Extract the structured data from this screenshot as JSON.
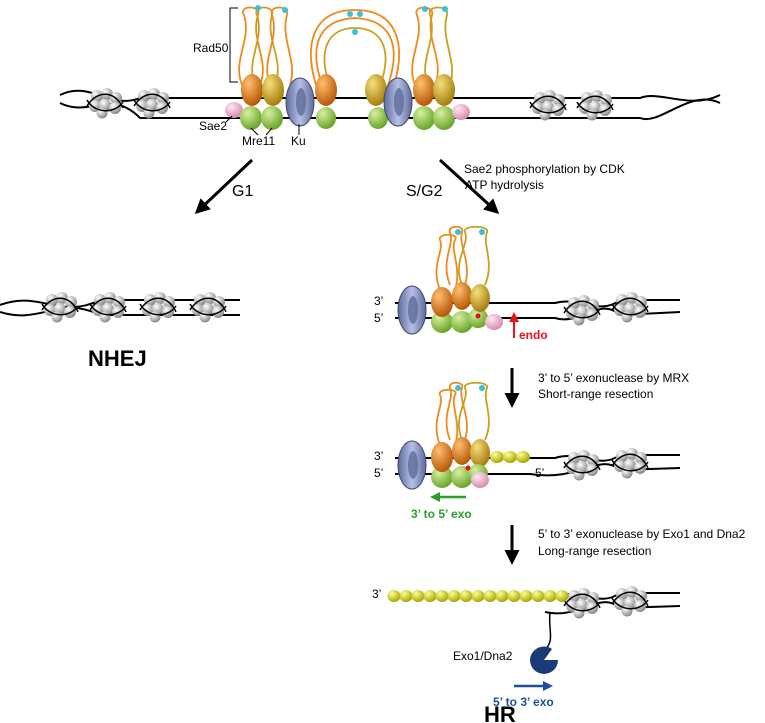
{
  "labels": {
    "rad50": "Rad50",
    "sae2": "Sae2",
    "mre11": "Mre11",
    "ku": "Ku",
    "g1": "G1",
    "s_g2": "S/G2",
    "step1_line1": "Sae2 phosphorylation by CDK",
    "step1_line2": "ATP hydrolysis",
    "nhej": "NHEJ",
    "three_prime_a": "3’",
    "five_prime_a": "5’",
    "endo": "endo",
    "step2_line1": "3’ to 5’ exonuclease by MRX",
    "step2_line2": "Short-range resection",
    "three_prime_b": "3’",
    "five_prime_b": "5’",
    "five_prime_c": "5’",
    "exo_3to5": "3’ to 5’ exo",
    "step3_line1": "5’ to 3’ exonuclease by Exo1 and Dna2",
    "step3_line2": "Long-range resection",
    "three_prime_d": "3’",
    "exo1_dna2": "Exo1/Dna2",
    "exo_5to3": "5’ to 3’ exo",
    "hr": "HR"
  },
  "colors": {
    "mre11_green": "#8dc63f",
    "rad50_orange": "#e07b1a",
    "rad50_gold": "#d4a017",
    "ku_blue": "#8a96c4",
    "sae2_pink": "#f2b8d3",
    "endo_red": "#e8141c",
    "exo_green": "#2aa02a",
    "exo_blue": "#1f4e9c",
    "ssdna_yellow": "#d9d91a",
    "exo1_navy": "#1b3a78",
    "nucleosome_gray": "#b0b0b0"
  }
}
